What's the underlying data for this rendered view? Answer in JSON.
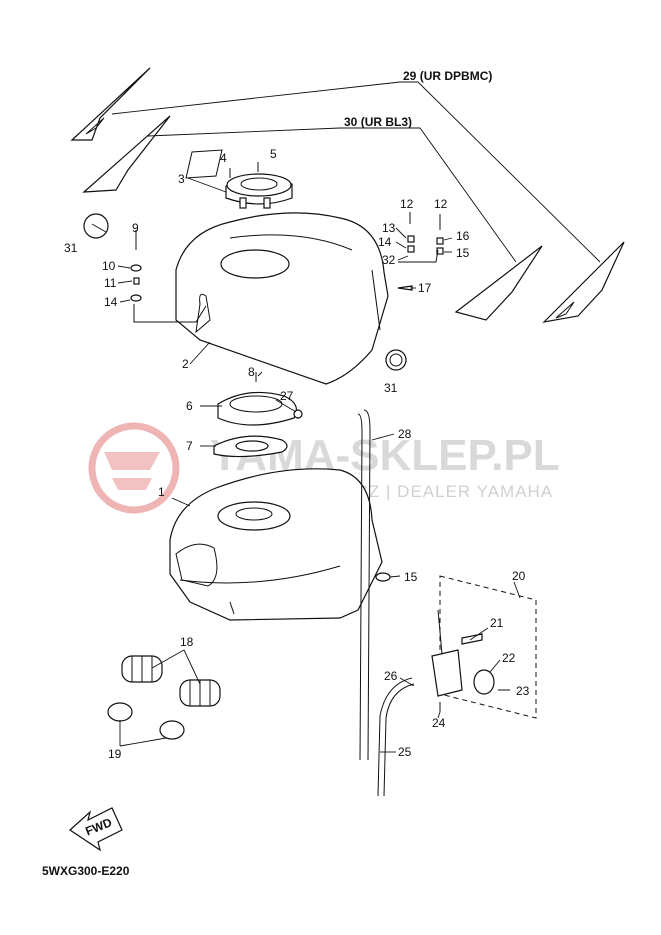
{
  "diagram_code": "5WXG300-E220",
  "watermark": {
    "title": "YAMA-SKLEP.PL",
    "subtitle": "WOJCIECHOWICZ | DEALER YAMAHA"
  },
  "direction_arrow": "FWD",
  "colors": {
    "watermark_logo": "#e8a0a0",
    "line": "#111111"
  },
  "callouts": {
    "c1": "1",
    "c2": "2",
    "c3": "3",
    "c4": "4",
    "c5": "5",
    "c6": "6",
    "c7": "7",
    "c8": "8",
    "c9": "9",
    "c10": "10",
    "c11": "11",
    "c12a": "12",
    "c12b": "12",
    "c13": "13",
    "c14a": "14",
    "c14b": "14",
    "c15a": "15",
    "c15b": "15",
    "c16": "16",
    "c17": "17",
    "c18": "18",
    "c19": "19",
    "c20": "20",
    "c21": "21",
    "c22": "22",
    "c23": "23",
    "c24": "24",
    "c25": "25",
    "c26": "26",
    "c27": "27",
    "c28": "28",
    "c31a": "31",
    "c31b": "31",
    "c32": "32",
    "c29_num": "29",
    "c29_variant": "(UR DPBMC)",
    "c30_num": "30",
    "c30_variant": "(UR BL3)"
  }
}
